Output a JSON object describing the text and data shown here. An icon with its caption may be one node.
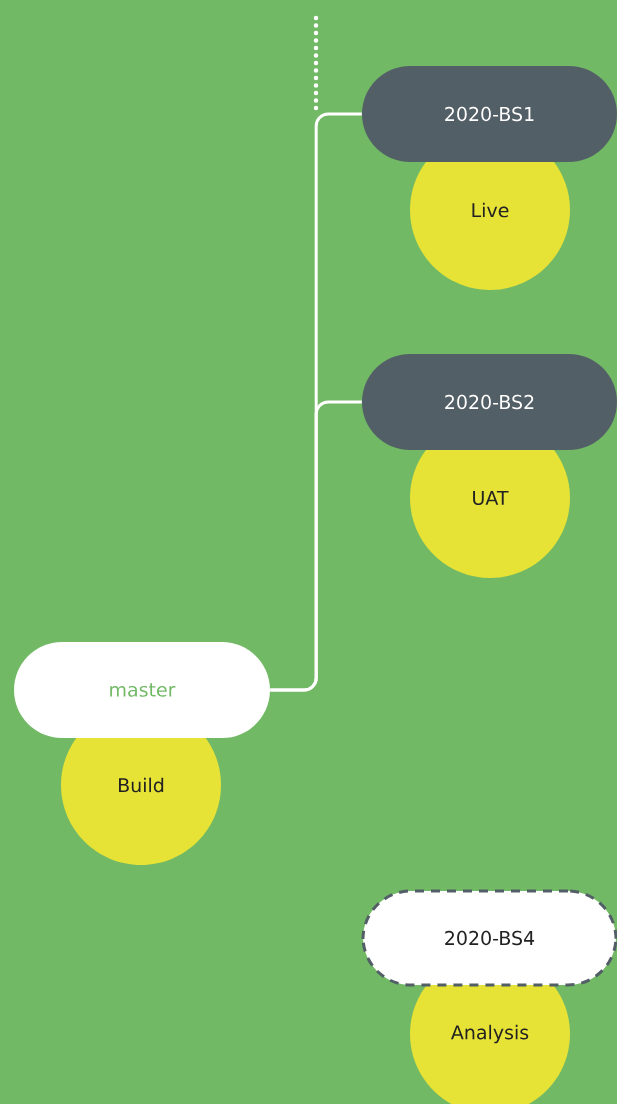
{
  "diagram": {
    "nodes": [
      {
        "text": [
          "2020-BS1"
        ]
      },
      {
        "text": [
          "Live"
        ]
      },
      {
        "text": [
          "2020-BS2"
        ]
      },
      {
        "text": [
          "UAT"
        ]
      },
      {
        "text": [
          "master"
        ]
      },
      {
        "text": [
          "Build"
        ]
      },
      {
        "text": [
          "2020-BS4"
        ]
      },
      {
        "text": [
          "Analysis"
        ]
      }
    ],
    "edges": [
      {
        "from": 4,
        "to": 0,
        "arrow": "none"
      },
      {
        "from": 4,
        "to": 2,
        "arrow": "none"
      }
    ]
  }
}
